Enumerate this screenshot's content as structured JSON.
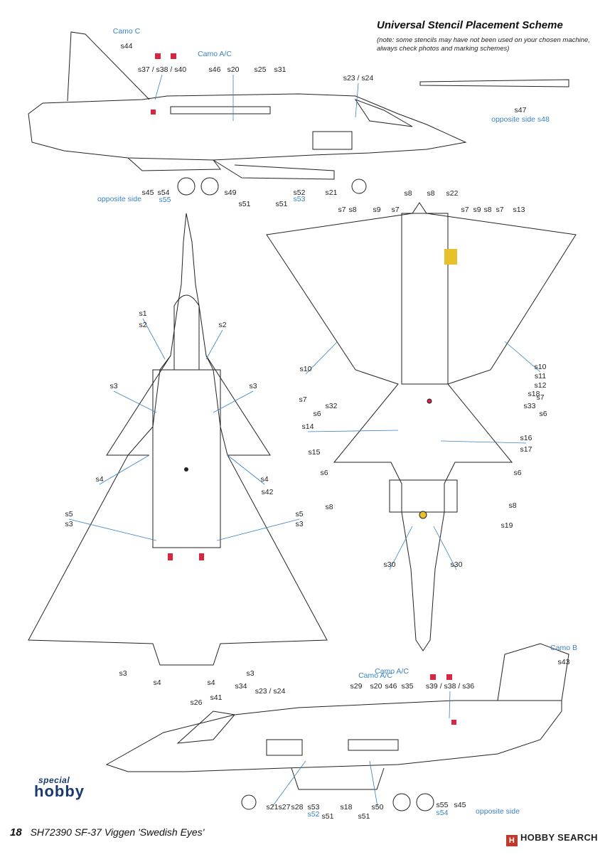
{
  "title": "Universal Stencil Placement Scheme",
  "note": "(note: some stencils may have not been used on your chosen machine, always check photos and marking schemes)",
  "footer": {
    "page": "18",
    "text": "SH72390  SF-37 Viggen 'Swedish Eyes'"
  },
  "logo": {
    "line1": "special",
    "line2": "hobby"
  },
  "watermark": "HOBBY SEARCH",
  "colors": {
    "line": "#222222",
    "blue": "#3a82c4",
    "red": "#d7263d",
    "yellow": "#e8c12a"
  },
  "labels_black": [
    "s44",
    "s37 / s38 / s40",
    "s46",
    "s20",
    "s25",
    "s31",
    "s23 / s24",
    "s47",
    "s45",
    "s54",
    "s49",
    "s51",
    "s51",
    "s52",
    "s21",
    "s1",
    "s2",
    "s2",
    "s3",
    "s3",
    "s4",
    "s4",
    "s42",
    "s5",
    "s5",
    "s3",
    "s3",
    "s3",
    "s3",
    "s4",
    "s4",
    "s7",
    "s8",
    "s9",
    "s7",
    "s8",
    "s8",
    "s22",
    "s7",
    "s9",
    "s8",
    "s7",
    "s13",
    "s10",
    "s10",
    "s11",
    "s12",
    "s18",
    "s7",
    "s7",
    "s32",
    "s33",
    "s6",
    "s6",
    "s14",
    "s16",
    "s15",
    "s17",
    "s6",
    "s6",
    "s8",
    "s8",
    "s19",
    "s30",
    "s30",
    "s43",
    "s39 / s38 / s36",
    "s29",
    "s20",
    "s46",
    "s35",
    "s34",
    "s23 / s24",
    "s41",
    "s26",
    "s21",
    "s27",
    "s28",
    "s53",
    "s18",
    "s50",
    "s55",
    "s45",
    "s51",
    "s51"
  ],
  "labels_blue": [
    "Camo C",
    "Camo A/C",
    "opposite side s48",
    "opposite side",
    "s55",
    "s53",
    "Camo A/C",
    "Camo B",
    "Camo A/C",
    "s52",
    "s54",
    "opposite side"
  ]
}
